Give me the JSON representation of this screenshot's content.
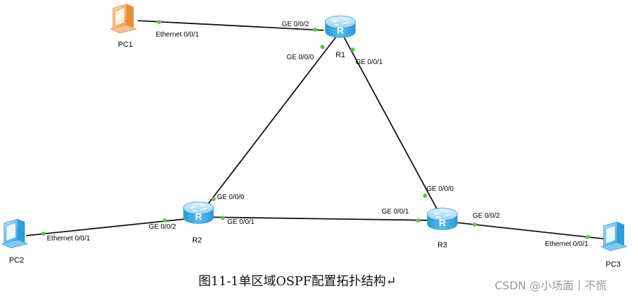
{
  "diagram": {
    "routers": [
      {
        "id": "R1",
        "label": "R1"
      },
      {
        "id": "R2",
        "label": "R2"
      },
      {
        "id": "R3",
        "label": "R3"
      }
    ],
    "pcs": [
      {
        "id": "PC1",
        "label": "PC1"
      },
      {
        "id": "PC2",
        "label": "PC2"
      },
      {
        "id": "PC3",
        "label": "PC3"
      }
    ],
    "links": [
      {
        "from": "PC1",
        "to": "R1",
        "from_port": "Ethernet 0/0/1",
        "to_port": "GE 0/0/2"
      },
      {
        "from": "R1",
        "to": "R2",
        "from_port": "GE 0/0/0",
        "to_port": "GE 0/0/0"
      },
      {
        "from": "R1",
        "to": "R3",
        "from_port": "GE 0/0/1",
        "to_port": "GE 0/0/0"
      },
      {
        "from": "R2",
        "to": "R3",
        "from_port": "GE 0/0/1",
        "to_port": "GE 0/0/1"
      },
      {
        "from": "PC2",
        "to": "R2",
        "from_port": "Ethernet 0/0/1",
        "to_port": "GE 0/0/2"
      },
      {
        "from": "R3",
        "to": "PC3",
        "from_port": "GE 0/0/2",
        "to_port": "Ethernet 0/0/1"
      }
    ],
    "icon_names": {
      "router": "router-icon",
      "pc": "pc-icon"
    },
    "colors": {
      "link": "#111111",
      "port_dot": "#5ec44a",
      "router": "#39a9e0",
      "pc1": "#f0a55a",
      "pc": "#4fb4ec"
    }
  },
  "caption": "图11-1单区域OSPF配置拓扑结构↵",
  "watermark": "CSDN @小场面丨不慌"
}
